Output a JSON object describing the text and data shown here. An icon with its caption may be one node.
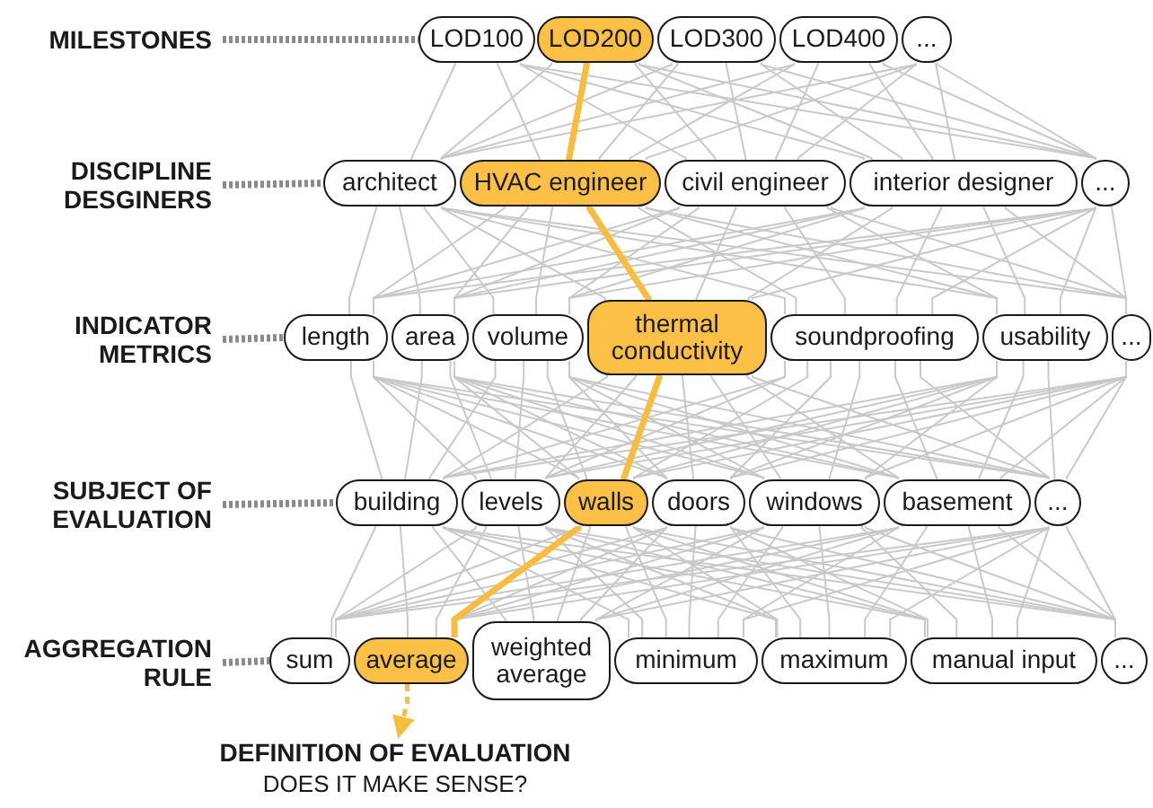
{
  "diagram": {
    "nodes": [
      {
        "text": [
          "MILESTONES"
        ]
      },
      {
        "text": [
          "LOD100"
        ]
      },
      {
        "text": [
          "LOD200"
        ]
      },
      {
        "text": [
          "LOD300"
        ]
      },
      {
        "text": [
          "LOD400"
        ]
      },
      {
        "text": [
          "..."
        ]
      },
      {
        "text": [
          "DISCIPLINE DESGINERS"
        ]
      },
      {
        "text": [
          "architect"
        ]
      },
      {
        "text": [
          "HVAC engineer"
        ]
      },
      {
        "text": [
          "civil engineer"
        ]
      },
      {
        "text": [
          "interior designer"
        ]
      },
      {
        "text": [
          "..."
        ]
      },
      {
        "text": [
          "INDICATOR METRICS"
        ]
      },
      {
        "text": [
          "length"
        ]
      },
      {
        "text": [
          "area"
        ]
      },
      {
        "text": [
          "volume"
        ]
      },
      {
        "text": [
          "thermal conductivity"
        ]
      },
      {
        "text": [
          "soundproofing"
        ]
      },
      {
        "text": [
          "usability"
        ]
      },
      {
        "text": [
          "..."
        ]
      },
      {
        "text": [
          "SUBJECT OF EVALUATION"
        ]
      },
      {
        "text": [
          "building"
        ]
      },
      {
        "text": [
          "levels"
        ]
      },
      {
        "text": [
          "walls"
        ]
      },
      {
        "text": [
          "doors"
        ]
      },
      {
        "text": [
          "windows"
        ]
      },
      {
        "text": [
          "basement"
        ]
      },
      {
        "text": [
          "..."
        ]
      },
      {
        "text": [
          "AGGREGATION RULE"
        ]
      },
      {
        "text": [
          "sum"
        ]
      },
      {
        "text": [
          "average"
        ]
      },
      {
        "text": [
          "weighted average"
        ]
      },
      {
        "text": [
          "minimum"
        ]
      },
      {
        "text": [
          "maximum"
        ]
      },
      {
        "text": [
          "manual input"
        ]
      },
      {
        "text": [
          "..."
        ]
      },
      {
        "text": [
          "DEFINITION OF EVALUATION",
          "DOES IT MAKE SENSE?"
        ]
      }
    ],
    "edges": [
      {
        "from": 0,
        "to": 1,
        "arrow": "none",
        "style": "dashed",
        "color": "#8a8a8a"
      },
      {
        "from": 6,
        "to": 7,
        "arrow": "none",
        "style": "dashed",
        "color": "#8a8a8a"
      },
      {
        "from": 12,
        "to": 13,
        "arrow": "none",
        "style": "dashed",
        "color": "#8a8a8a"
      },
      {
        "from": 20,
        "to": 21,
        "arrow": "none",
        "style": "dashed",
        "color": "#8a8a8a"
      },
      {
        "from": 28,
        "to": 29,
        "arrow": "none",
        "style": "dashed",
        "color": "#8a8a8a"
      },
      {
        "from": 2,
        "to": 8,
        "arrow": "none",
        "style": "thick",
        "color": "#f8bd3e"
      },
      {
        "from": 8,
        "to": 16,
        "arrow": "none",
        "style": "thick",
        "color": "#f8bd3e"
      },
      {
        "from": 16,
        "to": 23,
        "arrow": "none",
        "style": "thick",
        "color": "#f8bd3e"
      },
      {
        "from": 23,
        "to": 30,
        "arrow": "none",
        "style": "thick",
        "color": "#f8bd3e"
      },
      {
        "from": 30,
        "to": 36,
        "arrow": "to",
        "style": "dashed",
        "color": "#f8bd3e"
      },
      {
        "from": 1,
        "to": 7,
        "arrow": "none"
      },
      {
        "from": 1,
        "to": 8,
        "arrow": "none"
      },
      {
        "from": 1,
        "to": 9,
        "arrow": "none"
      },
      {
        "from": 1,
        "to": 10,
        "arrow": "none"
      },
      {
        "from": 1,
        "to": 11,
        "arrow": "none"
      },
      {
        "from": 2,
        "to": 7,
        "arrow": "none"
      },
      {
        "from": 2,
        "to": 9,
        "arrow": "none"
      },
      {
        "from": 2,
        "to": 10,
        "arrow": "none"
      },
      {
        "from": 2,
        "to": 11,
        "arrow": "none"
      },
      {
        "from": 3,
        "to": 7,
        "arrow": "none"
      },
      {
        "from": 3,
        "to": 8,
        "arrow": "none"
      },
      {
        "from": 3,
        "to": 9,
        "arrow": "none"
      },
      {
        "from": 3,
        "to": 10,
        "arrow": "none"
      },
      {
        "from": 3,
        "to": 11,
        "arrow": "none"
      },
      {
        "from": 4,
        "to": 7,
        "arrow": "none"
      },
      {
        "from": 4,
        "to": 8,
        "arrow": "none"
      },
      {
        "from": 4,
        "to": 9,
        "arrow": "none"
      },
      {
        "from": 4,
        "to": 10,
        "arrow": "none"
      },
      {
        "from": 4,
        "to": 11,
        "arrow": "none"
      },
      {
        "from": 5,
        "to": 7,
        "arrow": "none"
      },
      {
        "from": 5,
        "to": 8,
        "arrow": "none"
      },
      {
        "from": 5,
        "to": 9,
        "arrow": "none"
      },
      {
        "from": 5,
        "to": 10,
        "arrow": "none"
      },
      {
        "from": 5,
        "to": 11,
        "arrow": "none"
      },
      {
        "from": 7,
        "to": 13,
        "arrow": "none"
      },
      {
        "from": 7,
        "to": 14,
        "arrow": "none"
      },
      {
        "from": 7,
        "to": 15,
        "arrow": "none"
      },
      {
        "from": 7,
        "to": 16,
        "arrow": "none"
      },
      {
        "from": 7,
        "to": 17,
        "arrow": "none"
      },
      {
        "from": 7,
        "to": 18,
        "arrow": "none"
      },
      {
        "from": 7,
        "to": 19,
        "arrow": "none"
      },
      {
        "from": 8,
        "to": 13,
        "arrow": "none"
      },
      {
        "from": 8,
        "to": 14,
        "arrow": "none"
      },
      {
        "from": 8,
        "to": 15,
        "arrow": "none"
      },
      {
        "from": 8,
        "to": 17,
        "arrow": "none"
      },
      {
        "from": 8,
        "to": 18,
        "arrow": "none"
      },
      {
        "from": 8,
        "to": 19,
        "arrow": "none"
      },
      {
        "from": 9,
        "to": 13,
        "arrow": "none"
      },
      {
        "from": 9,
        "to": 14,
        "arrow": "none"
      },
      {
        "from": 9,
        "to": 15,
        "arrow": "none"
      },
      {
        "from": 9,
        "to": 16,
        "arrow": "none"
      },
      {
        "from": 9,
        "to": 17,
        "arrow": "none"
      },
      {
        "from": 9,
        "to": 18,
        "arrow": "none"
      },
      {
        "from": 9,
        "to": 19,
        "arrow": "none"
      },
      {
        "from": 10,
        "to": 13,
        "arrow": "none"
      },
      {
        "from": 10,
        "to": 14,
        "arrow": "none"
      },
      {
        "from": 10,
        "to": 15,
        "arrow": "none"
      },
      {
        "from": 10,
        "to": 16,
        "arrow": "none"
      },
      {
        "from": 10,
        "to": 17,
        "arrow": "none"
      },
      {
        "from": 10,
        "to": 18,
        "arrow": "none"
      },
      {
        "from": 10,
        "to": 19,
        "arrow": "none"
      },
      {
        "from": 11,
        "to": 13,
        "arrow": "none"
      },
      {
        "from": 11,
        "to": 14,
        "arrow": "none"
      },
      {
        "from": 11,
        "to": 15,
        "arrow": "none"
      },
      {
        "from": 11,
        "to": 16,
        "arrow": "none"
      },
      {
        "from": 11,
        "to": 17,
        "arrow": "none"
      },
      {
        "from": 11,
        "to": 18,
        "arrow": "none"
      },
      {
        "from": 11,
        "to": 19,
        "arrow": "none"
      },
      {
        "from": 13,
        "to": 21,
        "arrow": "none"
      },
      {
        "from": 13,
        "to": 22,
        "arrow": "none"
      },
      {
        "from": 13,
        "to": 23,
        "arrow": "none"
      },
      {
        "from": 13,
        "to": 24,
        "arrow": "none"
      },
      {
        "from": 13,
        "to": 25,
        "arrow": "none"
      },
      {
        "from": 13,
        "to": 26,
        "arrow": "none"
      },
      {
        "from": 13,
        "to": 27,
        "arrow": "none"
      },
      {
        "from": 14,
        "to": 21,
        "arrow": "none"
      },
      {
        "from": 14,
        "to": 22,
        "arrow": "none"
      },
      {
        "from": 14,
        "to": 23,
        "arrow": "none"
      },
      {
        "from": 14,
        "to": 24,
        "arrow": "none"
      },
      {
        "from": 14,
        "to": 25,
        "arrow": "none"
      },
      {
        "from": 14,
        "to": 26,
        "arrow": "none"
      },
      {
        "from": 14,
        "to": 27,
        "arrow": "none"
      },
      {
        "from": 15,
        "to": 21,
        "arrow": "none"
      },
      {
        "from": 15,
        "to": 22,
        "arrow": "none"
      },
      {
        "from": 15,
        "to": 23,
        "arrow": "none"
      },
      {
        "from": 15,
        "to": 24,
        "arrow": "none"
      },
      {
        "from": 15,
        "to": 25,
        "arrow": "none"
      },
      {
        "from": 15,
        "to": 26,
        "arrow": "none"
      },
      {
        "from": 15,
        "to": 27,
        "arrow": "none"
      },
      {
        "from": 16,
        "to": 21,
        "arrow": "none"
      },
      {
        "from": 16,
        "to": 22,
        "arrow": "none"
      },
      {
        "from": 16,
        "to": 24,
        "arrow": "none"
      },
      {
        "from": 16,
        "to": 25,
        "arrow": "none"
      },
      {
        "from": 16,
        "to": 26,
        "arrow": "none"
      },
      {
        "from": 16,
        "to": 27,
        "arrow": "none"
      },
      {
        "from": 17,
        "to": 21,
        "arrow": "none"
      },
      {
        "from": 17,
        "to": 22,
        "arrow": "none"
      },
      {
        "from": 17,
        "to": 23,
        "arrow": "none"
      },
      {
        "from": 17,
        "to": 24,
        "arrow": "none"
      },
      {
        "from": 17,
        "to": 25,
        "arrow": "none"
      },
      {
        "from": 17,
        "to": 26,
        "arrow": "none"
      },
      {
        "from": 17,
        "to": 27,
        "arrow": "none"
      },
      {
        "from": 18,
        "to": 21,
        "arrow": "none"
      },
      {
        "from": 18,
        "to": 22,
        "arrow": "none"
      },
      {
        "from": 18,
        "to": 23,
        "arrow": "none"
      },
      {
        "from": 18,
        "to": 24,
        "arrow": "none"
      },
      {
        "from": 18,
        "to": 25,
        "arrow": "none"
      },
      {
        "from": 18,
        "to": 26,
        "arrow": "none"
      },
      {
        "from": 18,
        "to": 27,
        "arrow": "none"
      },
      {
        "from": 19,
        "to": 21,
        "arrow": "none"
      },
      {
        "from": 19,
        "to": 22,
        "arrow": "none"
      },
      {
        "from": 19,
        "to": 23,
        "arrow": "none"
      },
      {
        "from": 19,
        "to": 24,
        "arrow": "none"
      },
      {
        "from": 19,
        "to": 25,
        "arrow": "none"
      },
      {
        "from": 19,
        "to": 26,
        "arrow": "none"
      },
      {
        "from": 19,
        "to": 27,
        "arrow": "none"
      },
      {
        "from": 21,
        "to": 29,
        "arrow": "none"
      },
      {
        "from": 21,
        "to": 30,
        "arrow": "none"
      },
      {
        "from": 21,
        "to": 31,
        "arrow": "none"
      },
      {
        "from": 21,
        "to": 32,
        "arrow": "none"
      },
      {
        "from": 21,
        "to": 33,
        "arrow": "none"
      },
      {
        "from": 21,
        "to": 34,
        "arrow": "none"
      },
      {
        "from": 21,
        "to": 35,
        "arrow": "none"
      },
      {
        "from": 22,
        "to": 29,
        "arrow": "none"
      },
      {
        "from": 22,
        "to": 30,
        "arrow": "none"
      },
      {
        "from": 22,
        "to": 31,
        "arrow": "none"
      },
      {
        "from": 22,
        "to": 32,
        "arrow": "none"
      },
      {
        "from": 22,
        "to": 33,
        "arrow": "none"
      },
      {
        "from": 22,
        "to": 34,
        "arrow": "none"
      },
      {
        "from": 22,
        "to": 35,
        "arrow": "none"
      },
      {
        "from": 23,
        "to": 29,
        "arrow": "none"
      },
      {
        "from": 23,
        "to": 31,
        "arrow": "none"
      },
      {
        "from": 23,
        "to": 32,
        "arrow": "none"
      },
      {
        "from": 23,
        "to": 33,
        "arrow": "none"
      },
      {
        "from": 23,
        "to": 34,
        "arrow": "none"
      },
      {
        "from": 23,
        "to": 35,
        "arrow": "none"
      },
      {
        "from": 24,
        "to": 29,
        "arrow": "none"
      },
      {
        "from": 24,
        "to": 30,
        "arrow": "none"
      },
      {
        "from": 24,
        "to": 31,
        "arrow": "none"
      },
      {
        "from": 24,
        "to": 32,
        "arrow": "none"
      },
      {
        "from": 24,
        "to": 33,
        "arrow": "none"
      },
      {
        "from": 24,
        "to": 34,
        "arrow": "none"
      },
      {
        "from": 24,
        "to": 35,
        "arrow": "none"
      },
      {
        "from": 25,
        "to": 29,
        "arrow": "none"
      },
      {
        "from": 25,
        "to": 30,
        "arrow": "none"
      },
      {
        "from": 25,
        "to": 31,
        "arrow": "none"
      },
      {
        "from": 25,
        "to": 32,
        "arrow": "none"
      },
      {
        "from": 25,
        "to": 33,
        "arrow": "none"
      },
      {
        "from": 25,
        "to": 34,
        "arrow": "none"
      },
      {
        "from": 25,
        "to": 35,
        "arrow": "none"
      },
      {
        "from": 26,
        "to": 29,
        "arrow": "none"
      },
      {
        "from": 26,
        "to": 30,
        "arrow": "none"
      },
      {
        "from": 26,
        "to": 31,
        "arrow": "none"
      },
      {
        "from": 26,
        "to": 32,
        "arrow": "none"
      },
      {
        "from": 26,
        "to": 33,
        "arrow": "none"
      },
      {
        "from": 26,
        "to": 34,
        "arrow": "none"
      },
      {
        "from": 26,
        "to": 35,
        "arrow": "none"
      },
      {
        "from": 27,
        "to": 29,
        "arrow": "none"
      },
      {
        "from": 27,
        "to": 30,
        "arrow": "none"
      },
      {
        "from": 27,
        "to": 31,
        "arrow": "none"
      },
      {
        "from": 27,
        "to": 32,
        "arrow": "none"
      },
      {
        "from": 27,
        "to": 33,
        "arrow": "none"
      },
      {
        "from": 27,
        "to": 34,
        "arrow": "none"
      },
      {
        "from": 27,
        "to": 35,
        "arrow": "none"
      }
    ]
  }
}
